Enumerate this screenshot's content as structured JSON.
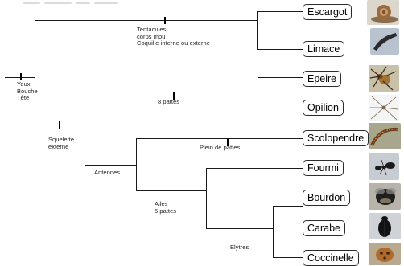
{
  "characters": {
    "root": "Yeux\nBouche\nTête",
    "mollusca": "Tentacules\ncorps mou\nCoquille interne ou externe",
    "exoskeleton": "Squelette\nexterne",
    "arachnida": "8 pattes",
    "antennae": "Antennes",
    "myriapoda": "Plein de pattes",
    "insecta": "Ailes\n6 pattes",
    "coleoptera": "Elytres"
  },
  "taxa": [
    {
      "name": "Escargot",
      "icon": "snail-photo"
    },
    {
      "name": "Limace",
      "icon": "slug-photo"
    },
    {
      "name": "Epeire",
      "icon": "orb-spider-photo"
    },
    {
      "name": "Opilion",
      "icon": "harvestman-photo"
    },
    {
      "name": "Scolopendre",
      "icon": "centipede-photo"
    },
    {
      "name": "Fourmi",
      "icon": "ant-photo"
    },
    {
      "name": "Bourdon",
      "icon": "bumblebee-photo"
    },
    {
      "name": "Carabe",
      "icon": "ground-beetle-photo"
    },
    {
      "name": "Coccinelle",
      "icon": "ladybird-photo"
    }
  ],
  "colors": {
    "line": "#1a1a1a",
    "box_border": "#2b2b2b"
  }
}
